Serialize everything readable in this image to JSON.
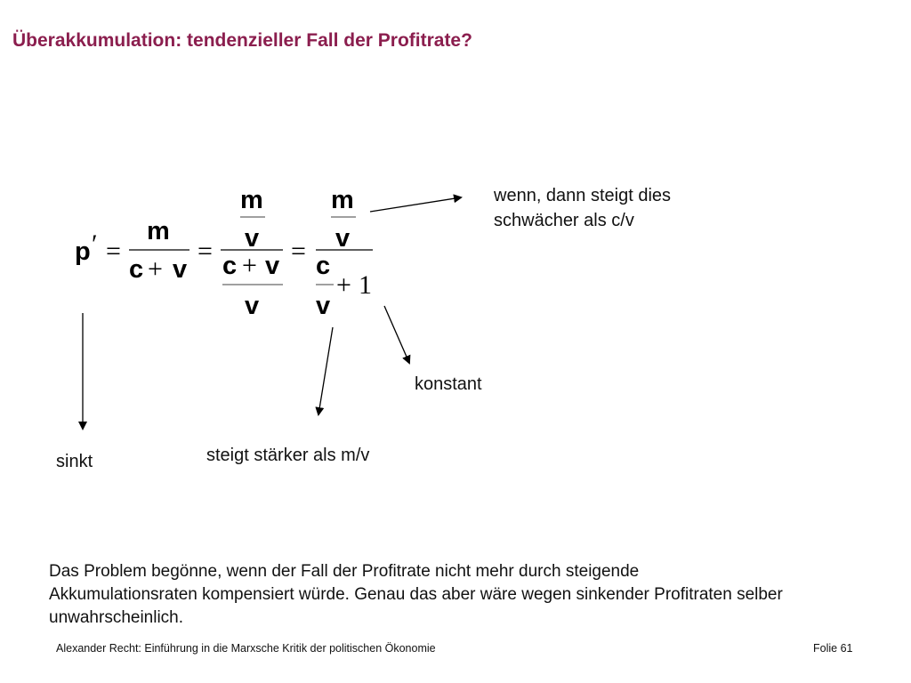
{
  "slide": {
    "title": "Überakkumulation: tendenzieller Fall der Profitrate?"
  },
  "formula": {
    "p": "p",
    "prime": "′",
    "eq": "=",
    "plus": "+",
    "m": "m",
    "c": "c",
    "v": "v",
    "one": "1"
  },
  "annotations": {
    "wenn_line1": "wenn, dann steigt dies",
    "wenn_line2": "schwächer als c/v",
    "konstant": "konstant",
    "sinkt": "sinkt",
    "steigt": "steigt stärker als m/v"
  },
  "paragraph": "Das Problem begönne, wenn der Fall der Profitrate nicht mehr durch steigende Akkumulationsraten kompensiert würde. Genau das aber wäre wegen sinkender Profitraten selber unwahrscheinlich.",
  "footer": {
    "credit": "Alexander Recht: Einführung in die Marxsche Kritik der politischen Ökonomie",
    "folio": "Folie 61"
  }
}
